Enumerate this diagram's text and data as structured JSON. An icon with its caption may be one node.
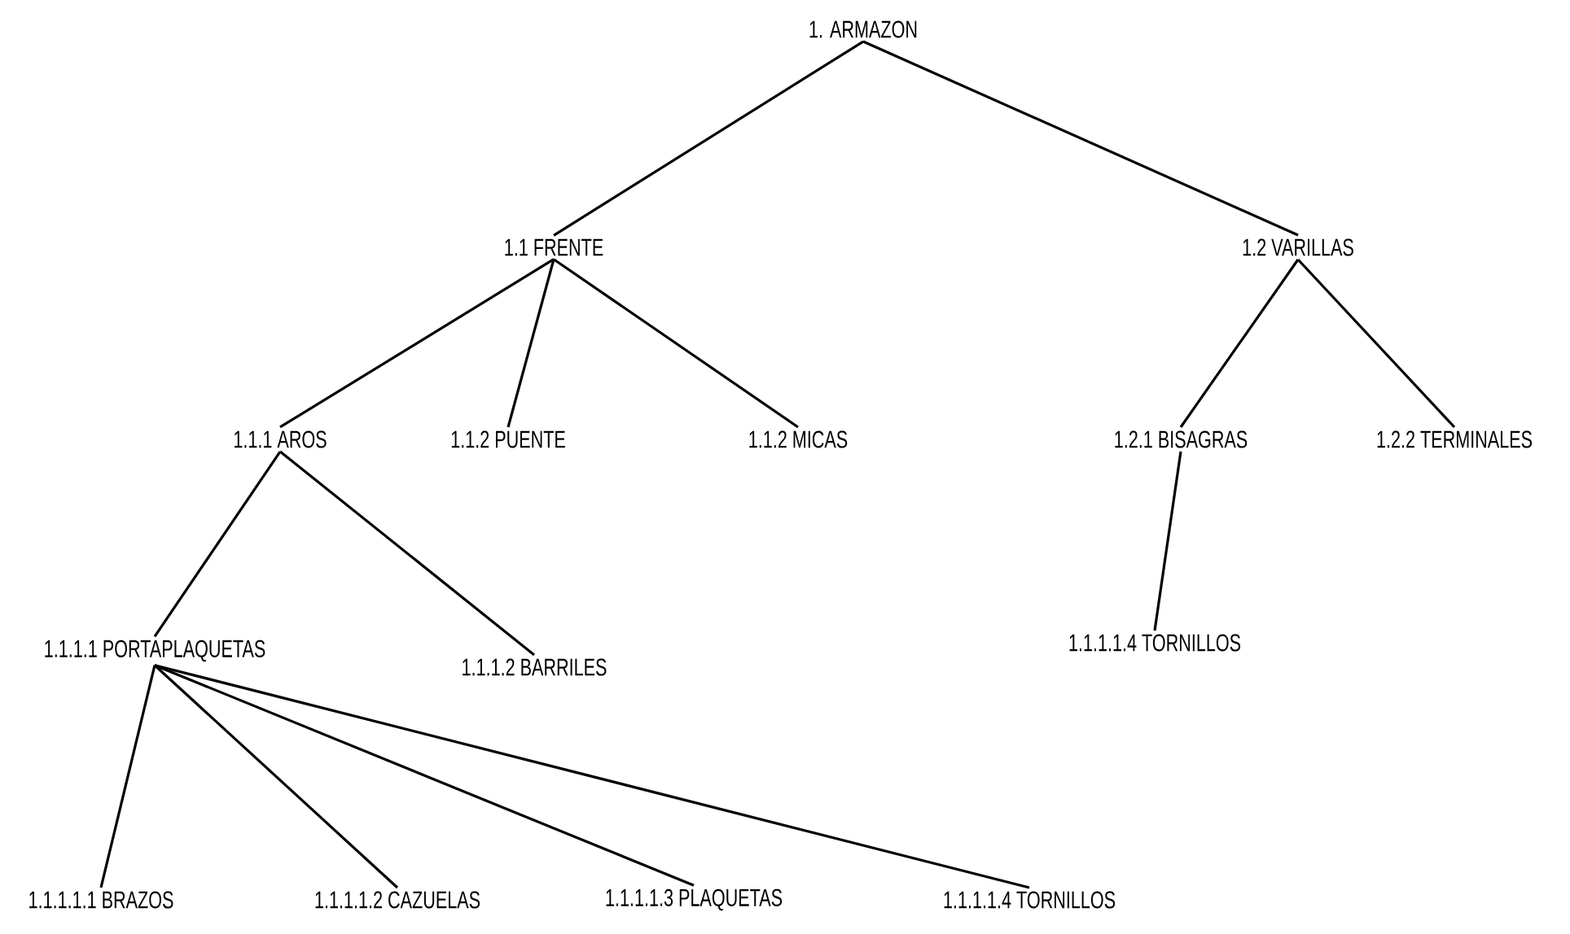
{
  "diagram": {
    "nodes": [
      {
        "text": [
          "1. ARMAZON"
        ]
      },
      {
        "text": [
          "1.1 FRENTE"
        ]
      },
      {
        "text": [
          "1.2 VARILLAS"
        ]
      },
      {
        "text": [
          "1.1.1 AROS"
        ]
      },
      {
        "text": [
          "1.1.2 PUENTE"
        ]
      },
      {
        "text": [
          "1.1.2 MICAS"
        ]
      },
      {
        "text": [
          "1.2.1 BISAGRAS"
        ]
      },
      {
        "text": [
          "1.2.2 TERMINALES"
        ]
      },
      {
        "text": [
          "1.1.1.1 PORTAPLAQUETAS"
        ]
      },
      {
        "text": [
          "1.1.1.2 BARRILES"
        ]
      },
      {
        "text": [
          "1.1.1.1.4 TORNILLOS"
        ]
      },
      {
        "text": [
          "1.1.1.1.1 BRAZOS"
        ]
      },
      {
        "text": [
          "1.1.1.1.2 CAZUELAS"
        ]
      },
      {
        "text": [
          "1.1.1.1.3 PLAQUETAS"
        ]
      },
      {
        "text": [
          "1.1.1.1.4 TORNILLOS"
        ]
      }
    ],
    "edges": [
      {
        "from": 0,
        "to": 1,
        "arrow": "none"
      },
      {
        "from": 0,
        "to": 2,
        "arrow": "none"
      },
      {
        "from": 1,
        "to": 3,
        "arrow": "none"
      },
      {
        "from": 1,
        "to": 4,
        "arrow": "none"
      },
      {
        "from": 1,
        "to": 5,
        "arrow": "none"
      },
      {
        "from": 2,
        "to": 6,
        "arrow": "none"
      },
      {
        "from": 2,
        "to": 7,
        "arrow": "none"
      },
      {
        "from": 3,
        "to": 8,
        "arrow": "none"
      },
      {
        "from": 3,
        "to": 9,
        "arrow": "none"
      },
      {
        "from": 6,
        "to": 10,
        "arrow": "none"
      },
      {
        "from": 8,
        "to": 11,
        "arrow": "none"
      },
      {
        "from": 8,
        "to": 12,
        "arrow": "none"
      },
      {
        "from": 8,
        "to": 13,
        "arrow": "none"
      },
      {
        "from": 8,
        "to": 14,
        "arrow": "none"
      }
    ]
  }
}
